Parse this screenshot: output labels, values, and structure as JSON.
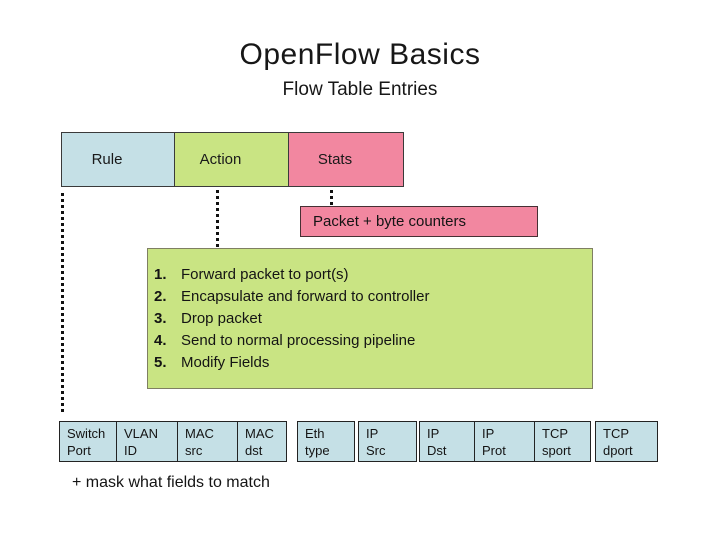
{
  "slide": {
    "title": "OpenFlow Basics",
    "subtitle": "Flow Table Entries"
  },
  "header_boxes": {
    "rule": "Rule",
    "action": "Action",
    "stats": "Stats"
  },
  "counters_box": {
    "label": "Packet + byte counters"
  },
  "actions_box": {
    "items": [
      {
        "num": "1.",
        "text": "Forward packet to port(s)"
      },
      {
        "num": "2.",
        "text": "Encapsulate and forward to controller"
      },
      {
        "num": "3.",
        "text": "Drop packet"
      },
      {
        "num": "4.",
        "text": "Send to normal processing pipeline"
      },
      {
        "num": "5.",
        "text": "Modify Fields"
      }
    ]
  },
  "fields_row": [
    {
      "line1": "Switch",
      "line2": "Port"
    },
    {
      "line1": "VLAN",
      "line2": "ID"
    },
    {
      "line1": "MAC",
      "line2": "src"
    },
    {
      "line1": "MAC",
      "line2": "dst"
    },
    {
      "line1": "Eth",
      "line2": "type"
    },
    {
      "line1": "IP",
      "line2": "Src"
    },
    {
      "line1": "IP",
      "line2": "Dst"
    },
    {
      "line1": "IP",
      "line2": "Prot"
    },
    {
      "line1": "TCP",
      "line2": "sport"
    },
    {
      "line1": "TCP",
      "line2": "dport"
    }
  ],
  "mask_note": "+ mask what fields to match",
  "colors": {
    "rule_blue": "#c5e0e6",
    "action_green": "#c9e483",
    "stats_pink": "#f287a0",
    "background": "#ffffff",
    "text": "#141414"
  }
}
